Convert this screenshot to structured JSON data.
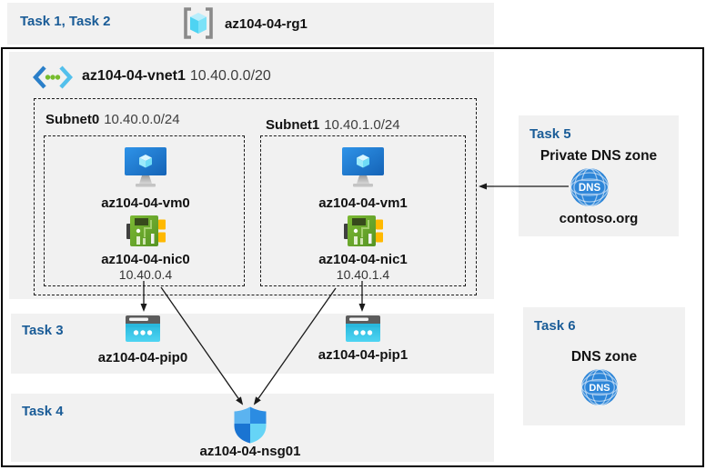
{
  "colors": {
    "accent_blue": "#1a5c97",
    "band_gray": "#f1f1f1",
    "line_black": "#1a1a1a",
    "vm_blue": "#1f7ed8",
    "nic_green": "#6fae2d",
    "pip_cyan": "#33c2e4",
    "dns_blue": "#2e86d8",
    "nsg_blue": "#2b8ce2"
  },
  "header": {
    "tasks": "Task 1, Task 2",
    "resource_group": "az104-04-rg1"
  },
  "vnet": {
    "name": "az104-04-vnet1",
    "cidr": "10.40.0.0/20",
    "subnets": [
      {
        "name": "Subnet0",
        "cidr": "10.40.0.0/24",
        "vm": "az104-04-vm0",
        "nic": "az104-04-nic0",
        "ip": "10.40.0.4"
      },
      {
        "name": "Subnet1",
        "cidr": "10.40.1.0/24",
        "vm": "az104-04-vm1",
        "nic": "az104-04-nic1",
        "ip": "10.40.1.4"
      }
    ]
  },
  "task3": {
    "label": "Task 3",
    "pip0": "az104-04-pip0",
    "pip1": "az104-04-pip1"
  },
  "task4": {
    "label": "Task 4",
    "nsg": "az104-04-nsg01"
  },
  "task5": {
    "label": "Task 5",
    "title": "Private DNS zone",
    "zone": "contoso.org",
    "icon_text": "DNS"
  },
  "task6": {
    "label": "Task 6",
    "title": "DNS zone",
    "icon_text": "DNS"
  }
}
